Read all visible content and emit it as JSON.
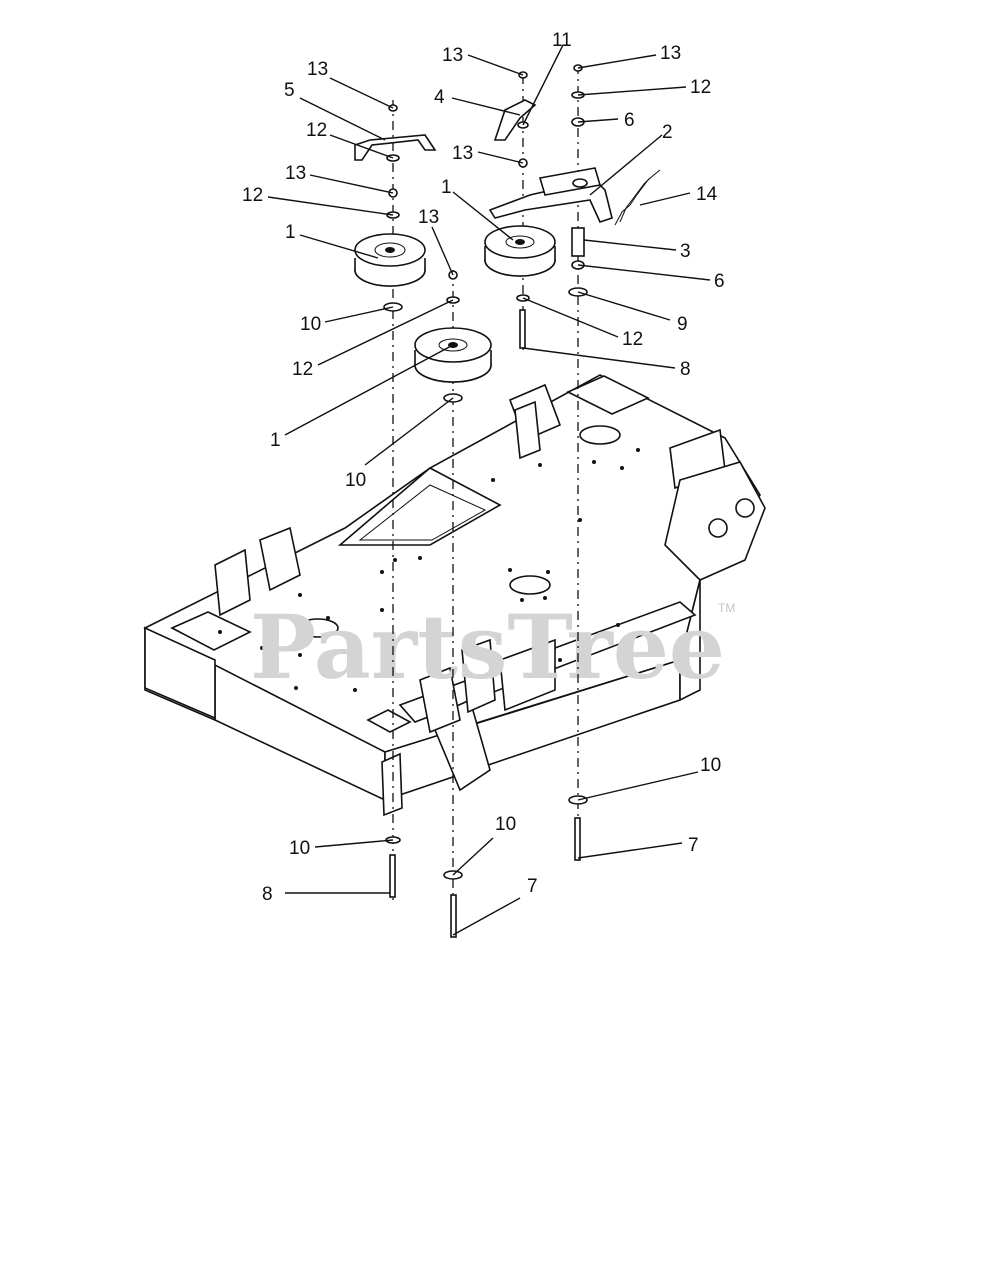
{
  "watermark": {
    "text": "PartsTree",
    "trademark": "TM"
  },
  "callouts": [
    {
      "label": "13"
    },
    {
      "label": "5"
    },
    {
      "label": "12"
    },
    {
      "label": "13"
    },
    {
      "label": "12"
    },
    {
      "label": "1"
    },
    {
      "label": "13"
    },
    {
      "label": "10"
    },
    {
      "label": "12"
    },
    {
      "label": "1"
    },
    {
      "label": "10"
    },
    {
      "label": "13"
    },
    {
      "label": "4"
    },
    {
      "label": "11"
    },
    {
      "label": "13"
    },
    {
      "label": "1"
    },
    {
      "label": "13"
    },
    {
      "label": "12"
    },
    {
      "label": "6"
    },
    {
      "label": "2"
    },
    {
      "label": "14"
    },
    {
      "label": "3"
    },
    {
      "label": "6"
    },
    {
      "label": "9"
    },
    {
      "label": "12"
    },
    {
      "label": "8"
    },
    {
      "label": "10"
    },
    {
      "label": "7"
    },
    {
      "label": "10"
    },
    {
      "label": "8"
    },
    {
      "label": "10"
    },
    {
      "label": "7"
    }
  ]
}
